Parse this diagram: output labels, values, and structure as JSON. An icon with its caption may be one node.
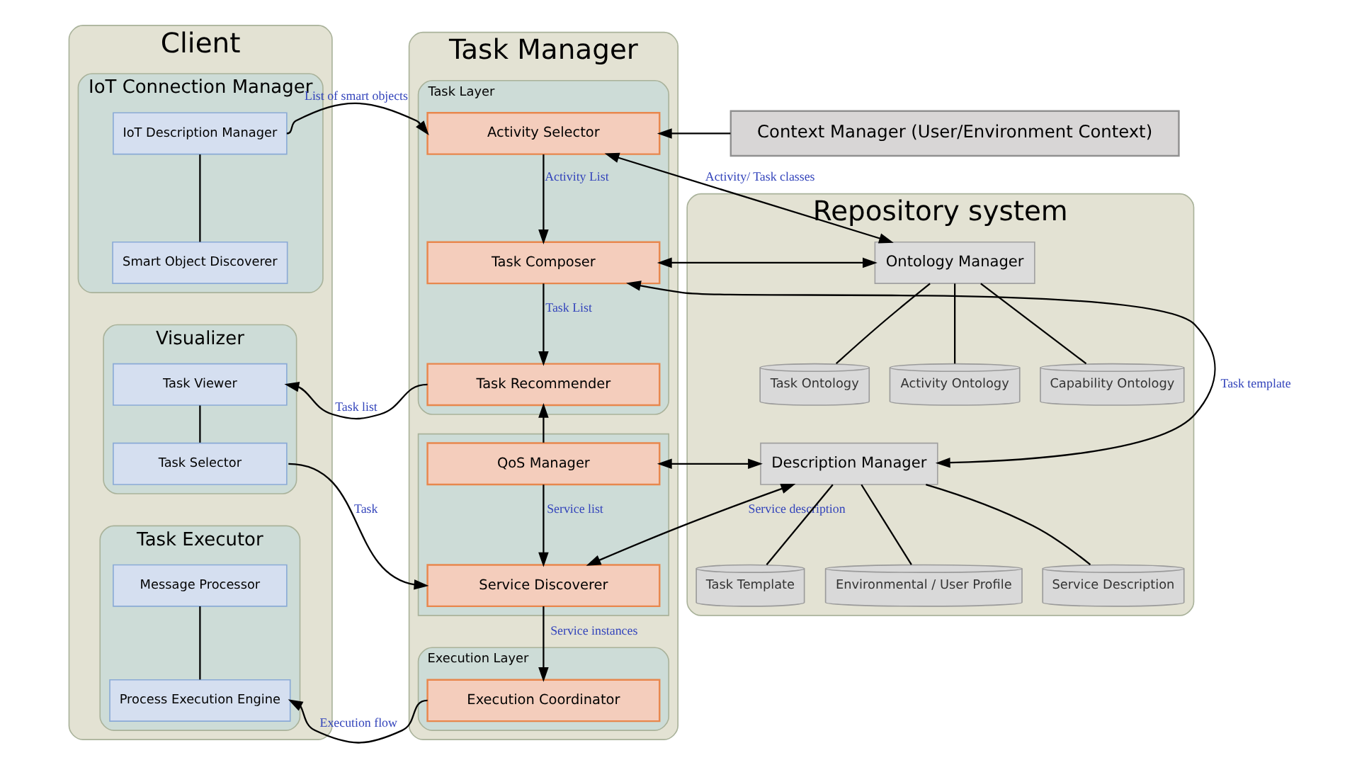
{
  "diagram": {
    "nodes": [
      {
        "text": [
          "Client"
        ]
      },
      {
        "text": [
          "IoT Connection Manager"
        ],
        "in": 0
      },
      {
        "text": [
          "IoT Description Manager"
        ],
        "in": 1
      },
      {
        "text": [
          "Smart Object Discoverer"
        ],
        "in": 1
      },
      {
        "text": [
          "Visualizer"
        ],
        "in": 0
      },
      {
        "text": [
          "Task Viewer"
        ],
        "in": 4
      },
      {
        "text": [
          "Task Selector"
        ],
        "in": 4
      },
      {
        "text": [
          "Task Executor"
        ],
        "in": 0
      },
      {
        "text": [
          "Message Processor"
        ],
        "in": 7
      },
      {
        "text": [
          "Process Execution Engine"
        ],
        "in": 7
      },
      {
        "text": [
          "Task Manager"
        ]
      },
      {
        "text": [
          "Task Layer"
        ],
        "in": 10
      },
      {
        "text": [
          "Activity Selector"
        ],
        "in": 11
      },
      {
        "text": [
          "Task Composer"
        ],
        "in": 11
      },
      {
        "text": [
          "Task Recommender"
        ],
        "in": 11
      },
      {
        "text": [],
        "shape": "box",
        "in": 10
      },
      {
        "text": [
          "QoS Manager"
        ],
        "in": 15
      },
      {
        "text": [
          "Service Discoverer"
        ],
        "in": 15
      },
      {
        "text": [
          "Execution Layer"
        ],
        "in": 10
      },
      {
        "text": [
          "Execution Coordinator"
        ],
        "in": 18
      },
      {
        "text": [
          "Context Manager (User/Environment Context)"
        ]
      },
      {
        "text": [
          "Repository system"
        ]
      },
      {
        "text": [
          "Ontology Manager"
        ],
        "in": 21
      },
      {
        "text": [
          "Task Ontology"
        ],
        "in": 21
      },
      {
        "text": [
          "Activity Ontology"
        ],
        "in": 21
      },
      {
        "text": [
          "Capability Ontology"
        ],
        "in": 21
      },
      {
        "text": [
          "Description Manager"
        ],
        "in": 21
      },
      {
        "text": [
          "Task Template"
        ],
        "in": 21
      },
      {
        "text": [
          "Environmental / User Profile"
        ],
        "in": 21
      },
      {
        "text": [
          "Service Description"
        ],
        "in": 21
      }
    ],
    "edges": [
      {
        "from": 2,
        "to": 3,
        "arrow": "none"
      },
      {
        "from": 5,
        "to": 6,
        "arrow": "none"
      },
      {
        "from": 8,
        "to": 9,
        "arrow": "none"
      },
      {
        "from": 2,
        "to": 12,
        "arrow": "to",
        "label": "List of smart objects"
      },
      {
        "from": 14,
        "to": 5,
        "arrow": "to",
        "label": "Task list"
      },
      {
        "from": 6,
        "to": 17,
        "arrow": "to",
        "label": "Task"
      },
      {
        "from": 19,
        "to": 9,
        "arrow": "to",
        "label": "Execution flow"
      },
      {
        "from": 20,
        "to": 12,
        "arrow": "to"
      },
      {
        "from": 12,
        "to": 13,
        "arrow": "to",
        "label": "Activity List"
      },
      {
        "from": 13,
        "to": 14,
        "arrow": "to",
        "label": "Task List"
      },
      {
        "from": 16,
        "to": 14,
        "arrow": "to"
      },
      {
        "from": 16,
        "to": 17,
        "arrow": "to",
        "label": "Service list"
      },
      {
        "from": 17,
        "to": 19,
        "arrow": "to",
        "label": "Service instances"
      },
      {
        "from": 22,
        "to": 12,
        "arrow": "both",
        "label": "Activity/ Task classes"
      },
      {
        "from": 22,
        "to": 13,
        "arrow": "both"
      },
      {
        "from": 26,
        "to": 13,
        "arrow": "both",
        "label": "Task template"
      },
      {
        "from": 26,
        "to": 16,
        "arrow": "both"
      },
      {
        "from": 26,
        "to": 17,
        "arrow": "both",
        "label": "Service description"
      },
      {
        "from": 22,
        "to": 23,
        "arrow": "none"
      },
      {
        "from": 22,
        "to": 24,
        "arrow": "none"
      },
      {
        "from": 22,
        "to": 25,
        "arrow": "none"
      },
      {
        "from": 26,
        "to": 27,
        "arrow": "none"
      },
      {
        "from": 26,
        "to": 28,
        "arrow": "none"
      },
      {
        "from": 26,
        "to": 29,
        "arrow": "none"
      }
    ]
  }
}
